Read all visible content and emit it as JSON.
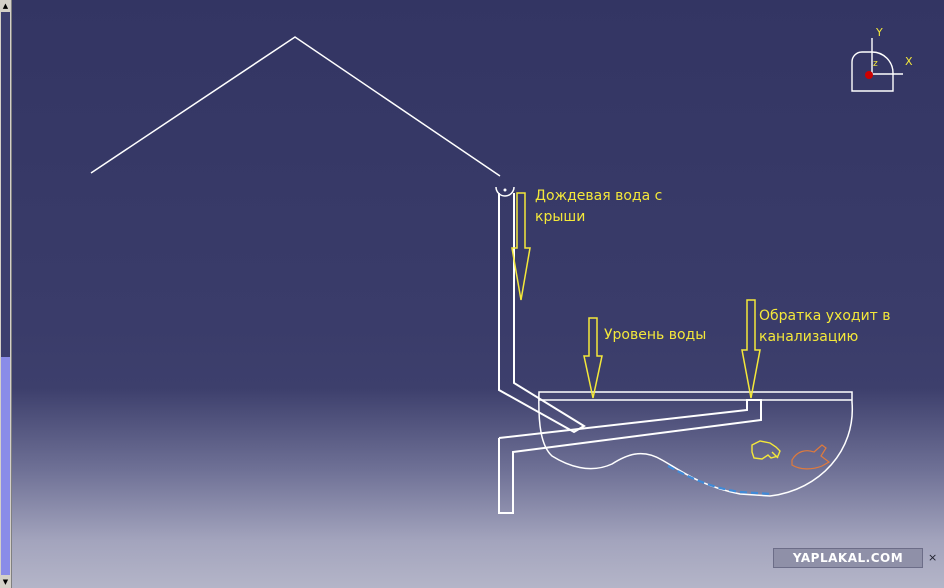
{
  "labels": {
    "rain_water": "Дождевая вода с\nкрыши",
    "water_level": "Уровень воды",
    "return_flow": "Обратка уходит в\nканализацию"
  },
  "compass": {
    "y": "Y",
    "x": "X",
    "z": "z"
  },
  "watermark": "YAPLAKAL.COM",
  "watermark_corner": "×",
  "scrollbar": {
    "up": "▲",
    "down": "▼"
  },
  "colors": {
    "line": "#ffffff",
    "label": "#f4e83a",
    "arrow": "#f4e83a",
    "accent_red": "#cc0000",
    "dash_blue": "#3f8ad8",
    "fish_orange": "#e07a3c"
  }
}
